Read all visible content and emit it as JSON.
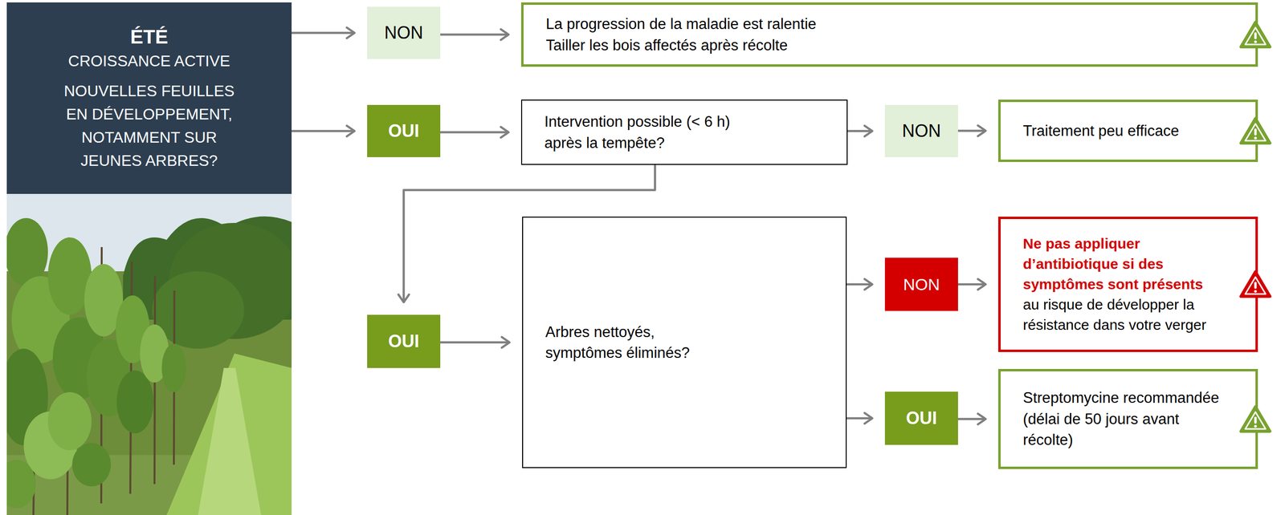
{
  "diagram": {
    "nodes": [
      {
        "text": [
          "ÉTÉ",
          "CROISSANCE ACTIVE",
          "NOUVELLES FEUILLES EN DÉVELOPPEMENT, NOTAMMENT SUR JEUNES ARBRES?"
        ]
      },
      {
        "text": [
          "NON"
        ]
      },
      {
        "text": [
          "La progression de la maladie est ralentie",
          "Tailler les bois affectés après récolte"
        ]
      },
      {
        "text": [
          "OUI"
        ]
      },
      {
        "text": [
          "Intervention possible (< 6 h) après la tempête?"
        ]
      },
      {
        "text": [
          "NON"
        ]
      },
      {
        "text": [
          "Traitement peu efficace"
        ]
      },
      {
        "text": [
          "OUI"
        ]
      },
      {
        "text": [
          "Arbres nettoyés, symptômes éliminés?"
        ]
      },
      {
        "text": [
          "NON"
        ]
      },
      {
        "text": [
          "Ne pas appliquer d’antibiotique si des symptômes sont présents",
          "au risque de développer la résistance dans votre verger"
        ]
      },
      {
        "text": [
          "OUI"
        ]
      },
      {
        "text": [
          "Streptomycine recommandée (délai de 50 jours avant récolte)"
        ]
      }
    ],
    "edges": [
      {
        "from": 0,
        "to": 1,
        "arrow": "to"
      },
      {
        "from": 1,
        "to": 2,
        "arrow": "to"
      },
      {
        "from": 0,
        "to": 3,
        "arrow": "to"
      },
      {
        "from": 3,
        "to": 4,
        "arrow": "to"
      },
      {
        "from": 4,
        "to": 5,
        "arrow": "to"
      },
      {
        "from": 5,
        "to": 6,
        "arrow": "to"
      },
      {
        "from": 4,
        "to": 7,
        "arrow": "to"
      },
      {
        "from": 7,
        "to": 8,
        "arrow": "to"
      },
      {
        "from": 8,
        "to": 9,
        "arrow": "to"
      },
      {
        "from": 9,
        "to": 10,
        "arrow": "to"
      },
      {
        "from": 8,
        "to": 11,
        "arrow": "to"
      },
      {
        "from": 11,
        "to": 12,
        "arrow": "to"
      }
    ]
  }
}
